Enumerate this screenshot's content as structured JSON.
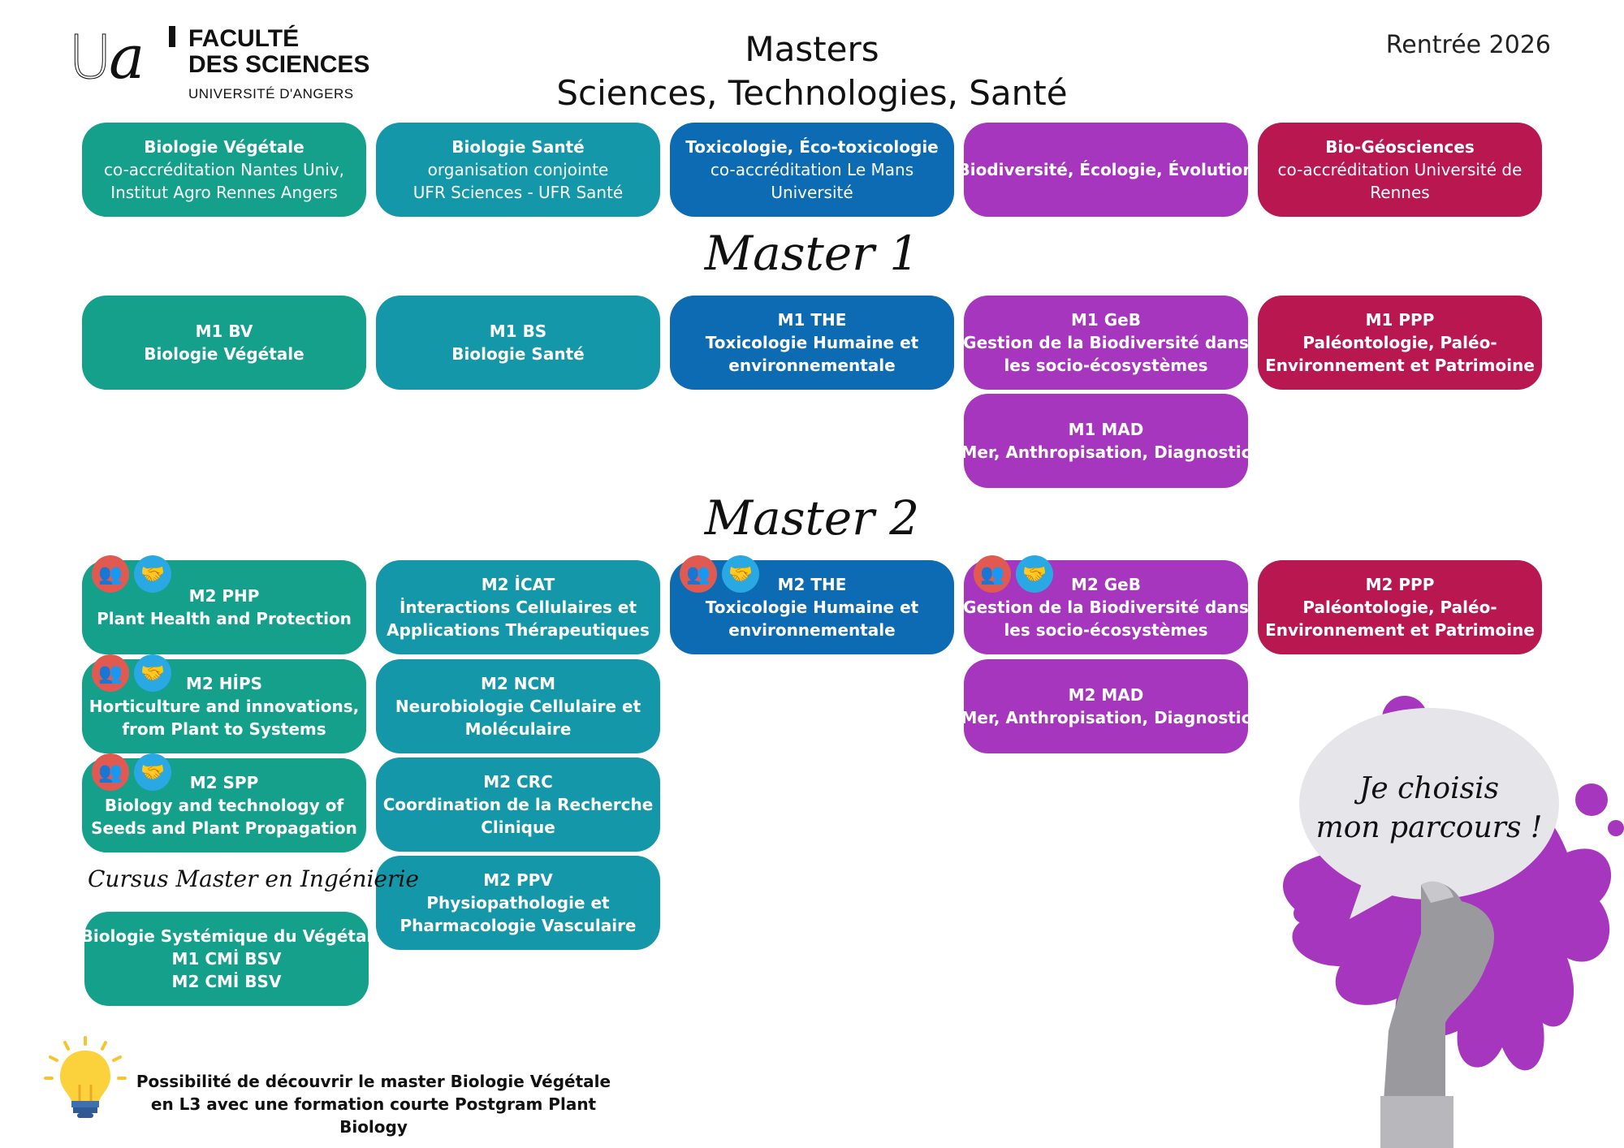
{
  "header": {
    "logo": {
      "mark": "ua",
      "line1": "FACULTÉ",
      "line2": "DES SCIENCES",
      "line3": "UNIVERSITÉ D'ANGERS"
    },
    "title_line1": "Masters",
    "title_line2": "Sciences, Technologies, Santé",
    "rentree": "Rentrée 2026"
  },
  "colors": {
    "green": "#14a08a",
    "teal": "#1497a8",
    "blue": "#0d6bb3",
    "purple": "#a536bd",
    "red": "#b8174f"
  },
  "mentions": [
    {
      "title": "Biologie Végétale",
      "lines": [
        "co-accréditation Nantes Univ,",
        "Institut Agro Rennes Angers"
      ]
    },
    {
      "title": "Biologie Santé",
      "lines": [
        "organisation conjointe",
        "UFR Sciences - UFR Santé"
      ]
    },
    {
      "title": "Toxicologie, Éco-toxicologie",
      "lines": [
        "co-accréditation Le Mans",
        "Université"
      ]
    },
    {
      "title": "Biodiversité, Écologie, Évolution",
      "lines": []
    },
    {
      "title": "Bio-Géosciences",
      "lines": [
        "co-accréditation Université de",
        "Rennes"
      ]
    }
  ],
  "master1": {
    "heading": "Master 1",
    "cards": [
      {
        "lines": [
          "M1 BV",
          "Biologie Végétale"
        ]
      },
      {
        "lines": [
          "M1 BS",
          "Biologie Santé"
        ]
      },
      {
        "lines": [
          "M1 THE",
          "Toxicologie Humaine et",
          "environnementale"
        ]
      },
      {
        "lines": [
          "M1 GeB",
          "Gestion de la Biodiversité dans",
          "les socio-écosystèmes"
        ]
      },
      {
        "lines": [
          "M1 PPP",
          "Paléontologie, Paléo-",
          "Environnement et Patrimoine"
        ]
      },
      {
        "lines": [
          "M1 MAD",
          "Mer, Anthropisation, Diagnostic"
        ]
      }
    ]
  },
  "master2": {
    "heading": "Master 2",
    "badges": {
      "apprentissage": "Apprentissage",
      "contrat_pro": "Contrat pro."
    },
    "cards": [
      {
        "lines": [
          "M2 PHP",
          "Plant Health and Protection"
        ],
        "badges": true
      },
      {
        "lines": [
          "M2 HİPS",
          "Horticulture and innovations,",
          "from Plant to Systems"
        ],
        "badges": true
      },
      {
        "lines": [
          "M2 SPP",
          "Biology and technology of",
          "Seeds and Plant Propagation"
        ],
        "badges": true
      },
      {
        "lines": [
          "M2 İCAT",
          "İnteractions Cellulaires et",
          "Applications Thérapeutiques"
        ]
      },
      {
        "lines": [
          "M2 NCM",
          "Neurobiologie Cellulaire et",
          "Moléculaire"
        ]
      },
      {
        "lines": [
          "M2 CRC",
          "Coordination de la Recherche",
          "Clinique"
        ]
      },
      {
        "lines": [
          "M2 PPV",
          "Physiopathologie et",
          "Pharmacologie Vasculaire"
        ]
      },
      {
        "lines": [
          "M2 THE",
          "Toxicologie Humaine et",
          "environnementale"
        ],
        "badges": true
      },
      {
        "lines": [
          "M2 GeB",
          "Gestion de la Biodiversité dans",
          "les socio-écosystèmes"
        ],
        "badges": true
      },
      {
        "lines": [
          "M2 MAD",
          "Mer, Anthropisation, Diagnostic"
        ]
      },
      {
        "lines": [
          "M2 PPP",
          "Paléontologie, Paléo-",
          "Environnement et Patrimoine"
        ]
      }
    ]
  },
  "cmi": {
    "heading": "Cursus Master en Ingénierie",
    "lines": [
      "Biologie Systémique du Végétal",
      "M1 CMİ BSV",
      "M2 CMİ BSV"
    ]
  },
  "footer": {
    "note_line1": "Possibilité de découvrir le master Biologie Végétale",
    "note_line2": "en L3 avec une formation courte Postgram Plant Biology"
  },
  "illustration": {
    "bubble_line1": "Je choisis",
    "bubble_line2": "mon parcours !"
  }
}
